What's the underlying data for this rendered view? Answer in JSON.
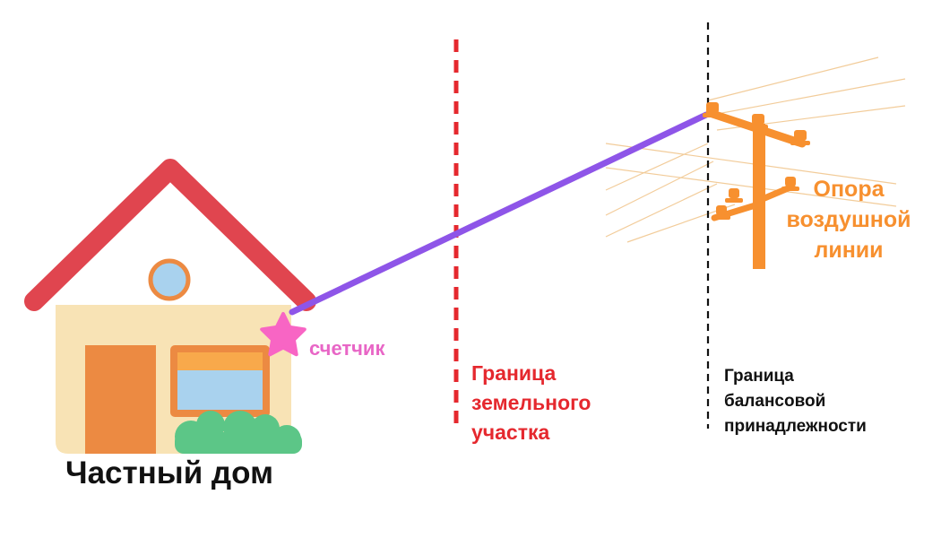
{
  "labels": {
    "meter": "счетчик",
    "land_boundary": [
      "Граница",
      "земельного",
      "участка"
    ],
    "balance_boundary": [
      "Граница",
      "балансовой",
      "принадлежности"
    ],
    "pole": [
      "Опора",
      "воздушной",
      "линии"
    ],
    "house": "Частный дом"
  },
  "colors": {
    "roof": "#e0454f",
    "wall": "#f8e3b5",
    "door": "#ec8a42",
    "window_frame": "#ec8a42",
    "window_glass": "#a9d2ee",
    "window_blind": "#f8a94b",
    "bush": "#5cc687",
    "meter_star": "#f865c4",
    "service_line": "#8e55e8",
    "land_boundary": "#e5282e",
    "balance_boundary": "#111111",
    "pole": "#f7902f",
    "wires": "#f2cc9a",
    "meter_text": "#e866c6",
    "land_text": "#e5282e",
    "pole_text": "#f7902f"
  }
}
